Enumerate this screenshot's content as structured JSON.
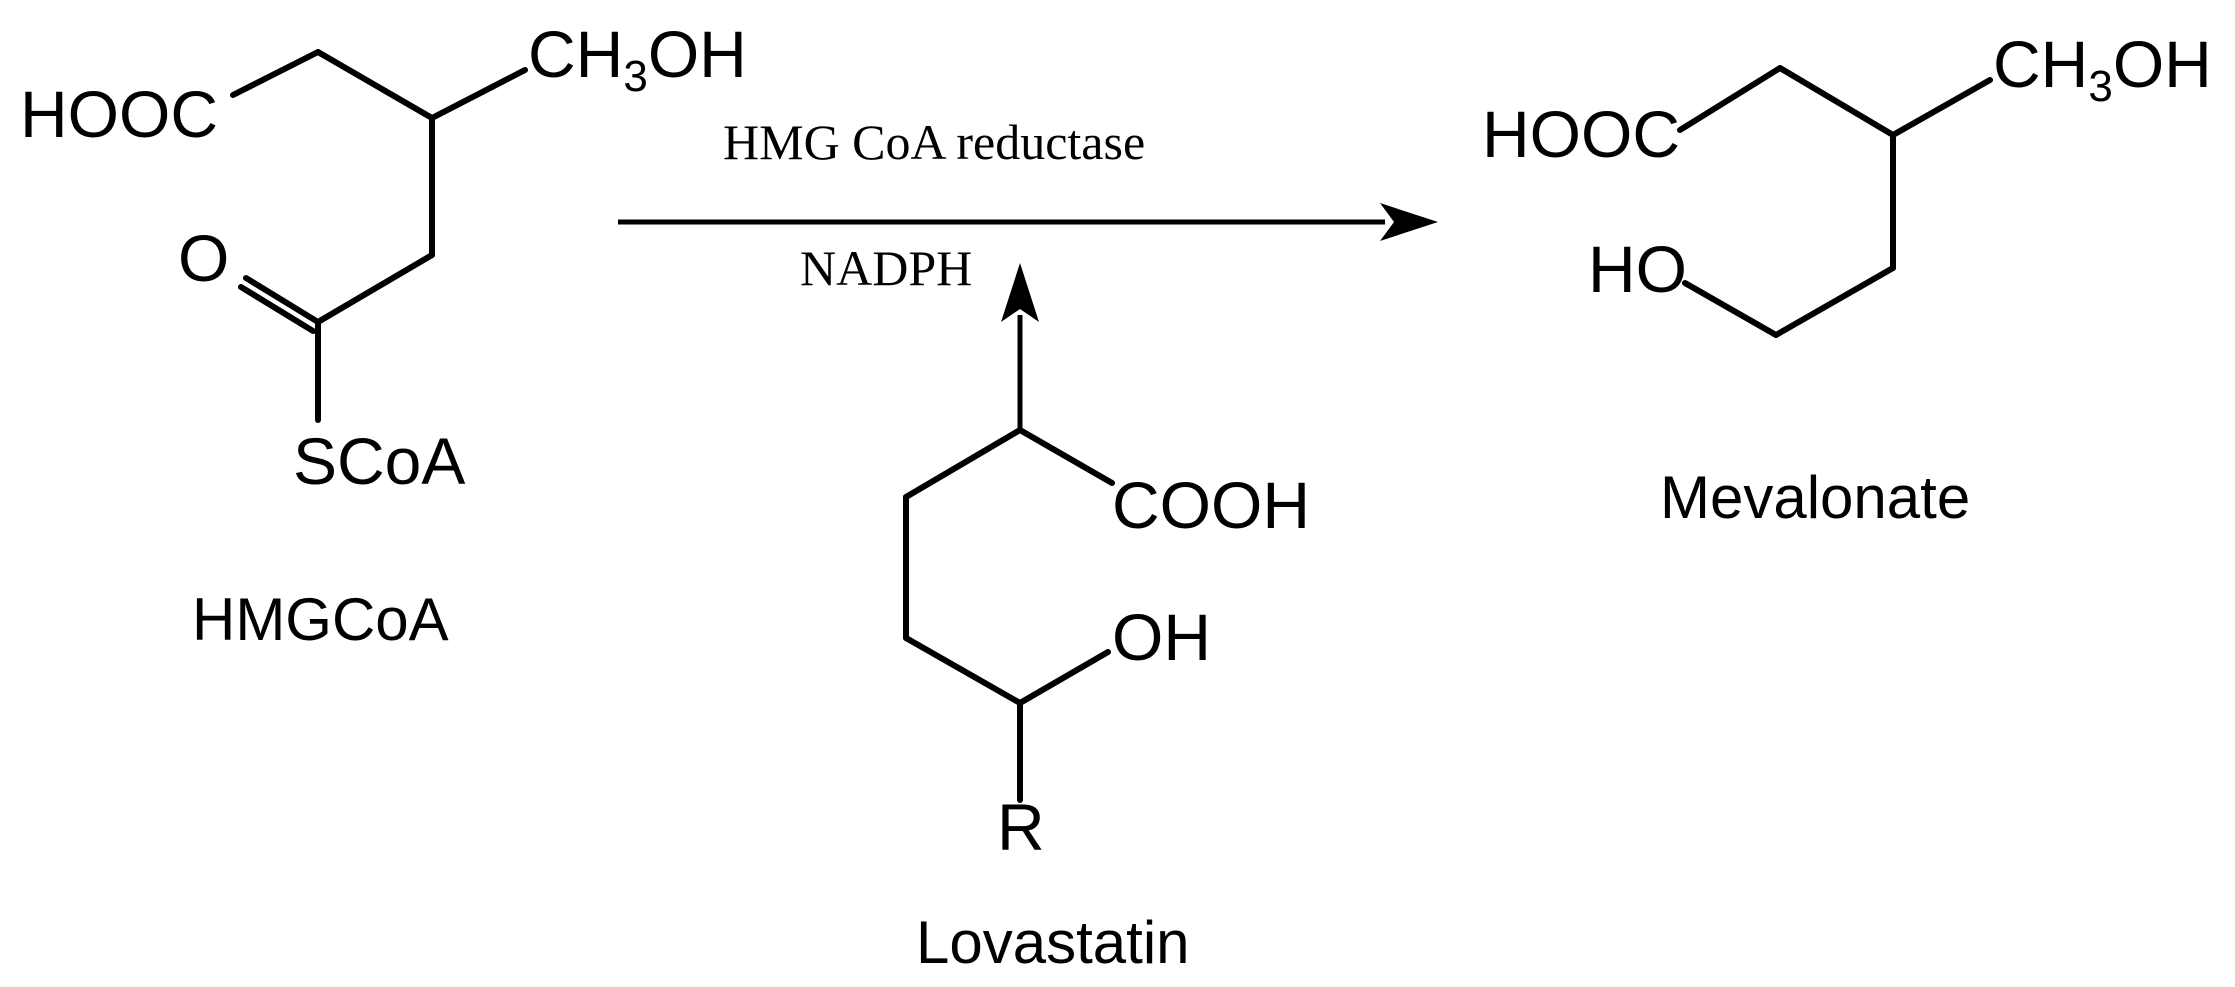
{
  "reaction": {
    "enzyme": "HMG CoA reductase",
    "cofactor": "NADPH"
  },
  "hmgcoa": {
    "name": "HMGCoA",
    "hooc": "HOOC",
    "ch3oh_main": "CH",
    "ch3oh_sub": "3",
    "ch3oh_tail": "OH",
    "carbonyl_o": "O",
    "scoa": "SCoA"
  },
  "lovastatin": {
    "name": "Lovastatin",
    "cooh": "COOH",
    "oh": "OH",
    "r": "R"
  },
  "mevalonate": {
    "name": "Mevalonate",
    "hooc": "HOOC",
    "ch3oh_main": "CH",
    "ch3oh_sub": "3",
    "ch3oh_tail": "OH",
    "ho": "HO"
  }
}
